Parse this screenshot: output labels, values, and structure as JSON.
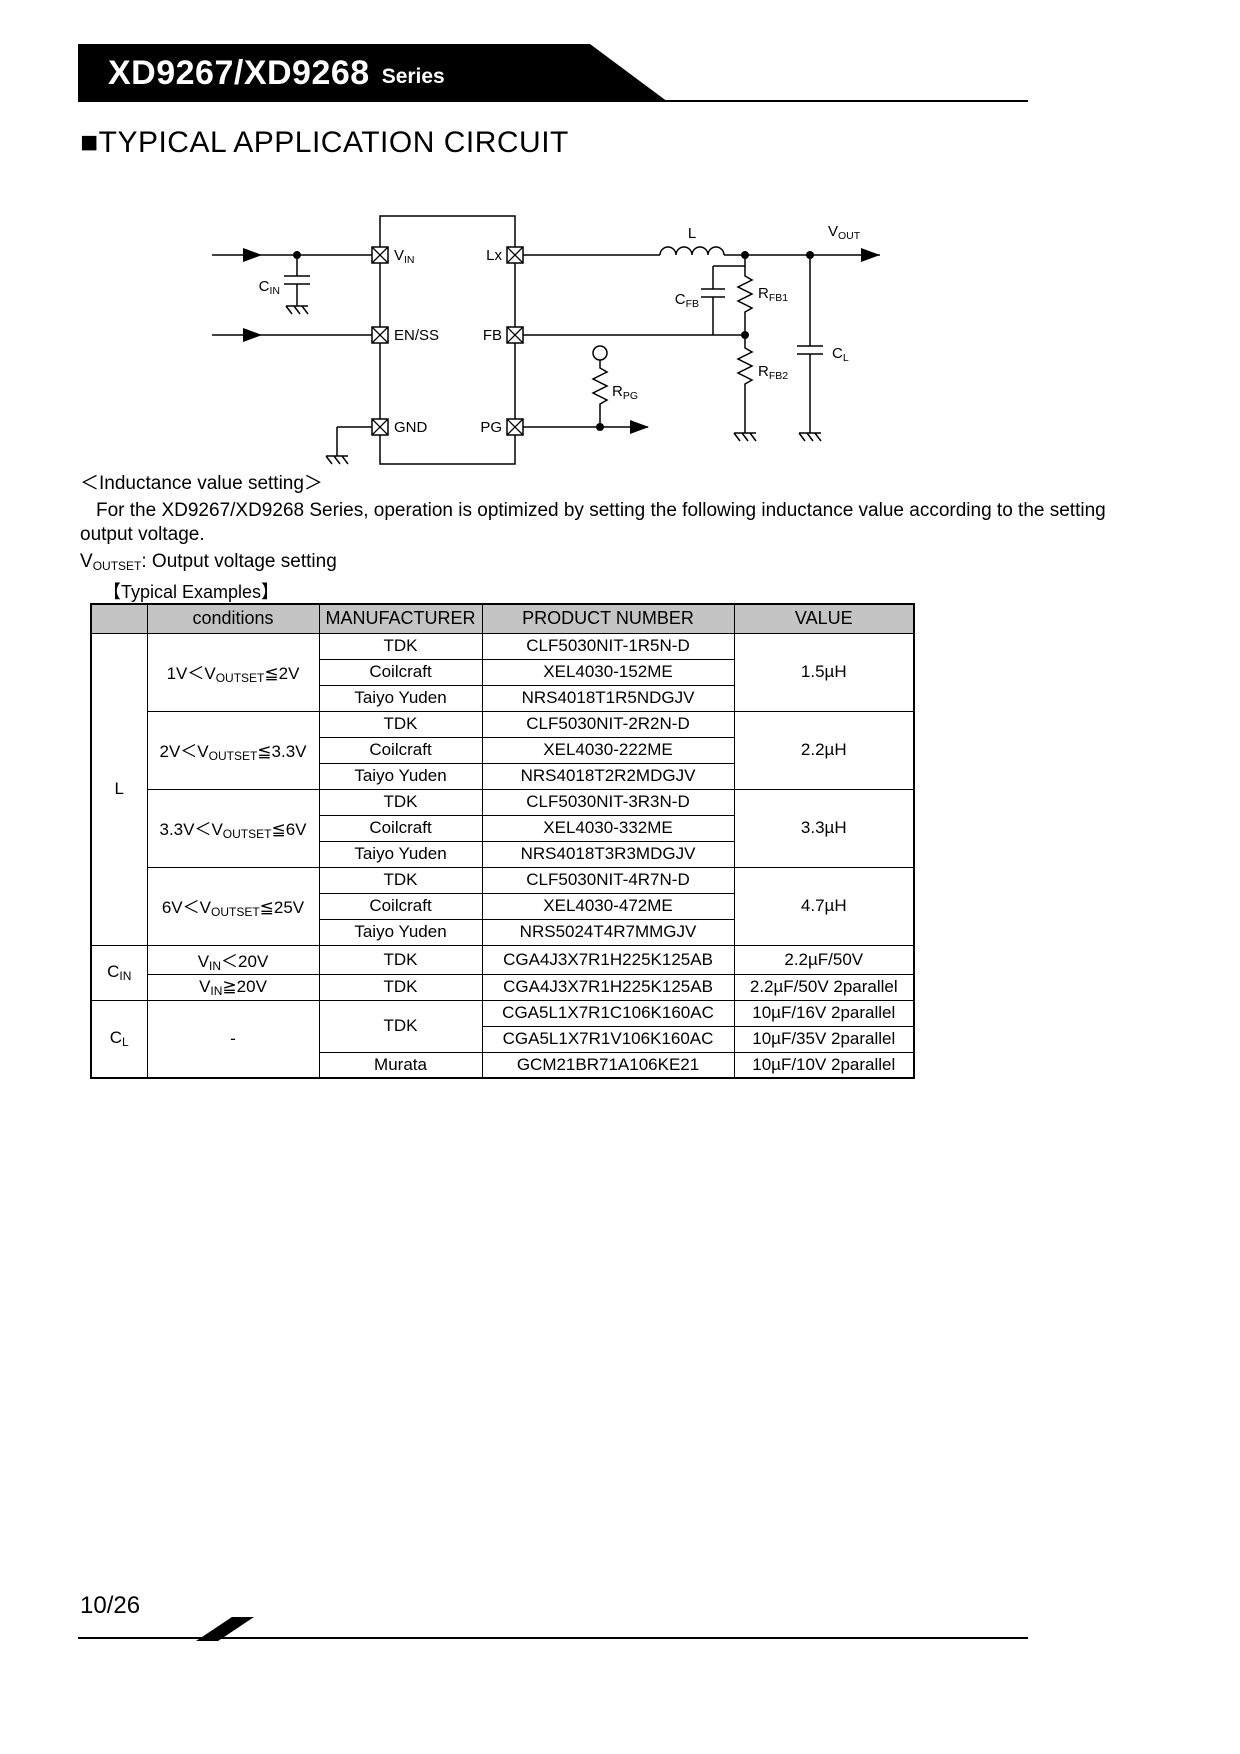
{
  "page": {
    "header_title": "XD9267/XD9268",
    "header_series": "Series",
    "section_bullet": "■",
    "section_title": "TYPICAL APPLICATION CIRCUIT",
    "footer_page": "10/26"
  },
  "circuit": {
    "vin": {
      "base": "V",
      "sub": "IN"
    },
    "enss": "EN/SS",
    "gnd": "GND",
    "lx": "Lx",
    "fb": "FB",
    "pg": "PG",
    "cin": {
      "base": "C",
      "sub": "IN"
    },
    "l": "L",
    "vout": {
      "base": "V",
      "sub": "OUT"
    },
    "cfb": {
      "base": "C",
      "sub": "FB"
    },
    "rfb1": {
      "base": "R",
      "sub": "FB1"
    },
    "rfb2": {
      "base": "R",
      "sub": "FB2"
    },
    "rpg": {
      "base": "R",
      "sub": "PG"
    },
    "cl": {
      "base": "C",
      "sub": "L"
    }
  },
  "notes": {
    "heading": "＜Inductance value setting＞",
    "body": "For the XD9267/XD9268 Series, operation is optimized by setting the following inductance value according to the setting output voltage.",
    "vout_base": "V",
    "vout_sub": "OUTSET",
    "vout_post": ": Output voltage setting"
  },
  "table": {
    "caption": "【Typical Examples】",
    "headers": {
      "conditions": "conditions",
      "manufacturer": "MANUFACTURER",
      "product": "PRODUCT NUMBER",
      "value": "VALUE"
    },
    "l_label": "L",
    "cin_label": {
      "base": "C",
      "sub": "IN"
    },
    "cl_label": {
      "base": "C",
      "sub": "L"
    },
    "l_blocks": [
      {
        "cond": {
          "pre": "1V＜V",
          "sub": "OUTSET",
          "post": "≦2V"
        },
        "value": "1.5µH",
        "rows": [
          {
            "mfr": "TDK",
            "product": "CLF5030NIT-1R5N-D"
          },
          {
            "mfr": "Coilcraft",
            "product": "XEL4030-152ME"
          },
          {
            "mfr": "Taiyo Yuden",
            "product": "NRS4018T1R5NDGJV"
          }
        ]
      },
      {
        "cond": {
          "pre": "2V＜V",
          "sub": "OUTSET",
          "post": "≦3.3V"
        },
        "value": "2.2µH",
        "rows": [
          {
            "mfr": "TDK",
            "product": "CLF5030NIT-2R2N-D"
          },
          {
            "mfr": "Coilcraft",
            "product": "XEL4030-222ME"
          },
          {
            "mfr": "Taiyo Yuden",
            "product": "NRS4018T2R2MDGJV"
          }
        ]
      },
      {
        "cond": {
          "pre": "3.3V＜V",
          "sub": "OUTSET",
          "post": "≦6V"
        },
        "value": "3.3µH",
        "rows": [
          {
            "mfr": "TDK",
            "product": "CLF5030NIT-3R3N-D"
          },
          {
            "mfr": "Coilcraft",
            "product": "XEL4030-332ME"
          },
          {
            "mfr": "Taiyo Yuden",
            "product": "NRS4018T3R3MDGJV"
          }
        ]
      },
      {
        "cond": {
          "pre": "6V＜V",
          "sub": "OUTSET",
          "post": "≦25V"
        },
        "value": "4.7µH",
        "rows": [
          {
            "mfr": "TDK",
            "product": "CLF5030NIT-4R7N-D"
          },
          {
            "mfr": "Coilcraft",
            "product": "XEL4030-472ME"
          },
          {
            "mfr": "Taiyo Yuden",
            "product": "NRS5024T4R7MMGJV"
          }
        ]
      }
    ],
    "cin_rows": [
      {
        "cond": {
          "pre": "V",
          "sub": "IN",
          "post": "＜20V"
        },
        "mfr": "TDK",
        "product": "CGA4J3X7R1H225K125AB",
        "value": "2.2µF/50V"
      },
      {
        "cond": {
          "pre": "V",
          "sub": "IN",
          "post": "≧20V"
        },
        "mfr": "TDK",
        "product": "CGA4J3X7R1H225K125AB",
        "value": "2.2µF/50V 2parallel"
      }
    ],
    "cl_cond": "-",
    "cl_mfrs": [
      "TDK",
      "Murata"
    ],
    "cl_rows": [
      {
        "product": "CGA5L1X7R1C106K160AC",
        "value": "10µF/16V 2parallel"
      },
      {
        "product": "CGA5L1X7R1V106K160AC",
        "value": "10µF/35V 2parallel"
      },
      {
        "product": "GCM21BR71A106KE21",
        "value": "10µF/10V 2parallel"
      }
    ]
  }
}
